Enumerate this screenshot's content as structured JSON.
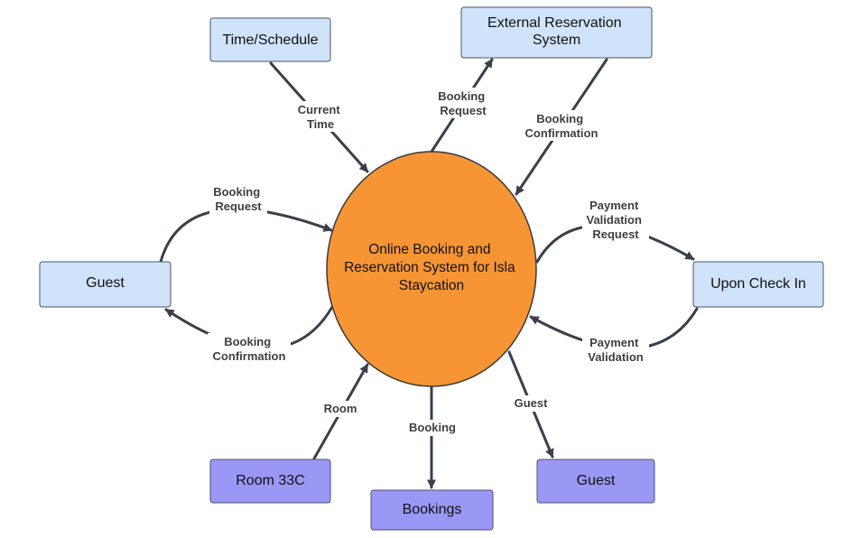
{
  "colors": {
    "process_fill": "#f79534",
    "process_stroke": "#3a3a3a",
    "source_fill": "#cfe3fb",
    "sink_fill": "#9b97f5",
    "node_stroke": "#4a5468",
    "arrow": "#3a3f4b"
  },
  "process": {
    "lines": [
      "Online Booking and",
      "Reservation System for Isla",
      "Staycation"
    ]
  },
  "entities": {
    "time_schedule": {
      "lines": [
        "Time/Schedule"
      ]
    },
    "external_reservation": {
      "lines": [
        "External Reservation",
        "System"
      ]
    },
    "guest_source": {
      "lines": [
        "Guest"
      ]
    },
    "upon_check_in": {
      "lines": [
        "Upon Check In"
      ]
    },
    "room_33c": {
      "lines": [
        "Room 33C"
      ]
    },
    "bookings": {
      "lines": [
        "Bookings"
      ]
    },
    "guest_sink": {
      "lines": [
        "Guest"
      ]
    }
  },
  "flows": {
    "current_time": {
      "lines": [
        "Current",
        "Time"
      ]
    },
    "booking_request_ext": {
      "lines": [
        "Booking",
        "Request"
      ]
    },
    "booking_confirmation_ext": {
      "lines": [
        "Booking",
        "Confirmation"
      ]
    },
    "booking_request_guest": {
      "lines": [
        "Booking",
        "Request"
      ]
    },
    "booking_confirmation_guest": {
      "lines": [
        "Booking",
        "Confirmation"
      ]
    },
    "payment_validation_request": {
      "lines": [
        "Payment",
        "Validation",
        "Request"
      ]
    },
    "payment_validation": {
      "lines": [
        "Payment",
        "Validation"
      ]
    },
    "room": {
      "lines": [
        "Room"
      ]
    },
    "booking": {
      "lines": [
        "Booking"
      ]
    },
    "guest_out": {
      "lines": [
        "Guest"
      ]
    }
  }
}
